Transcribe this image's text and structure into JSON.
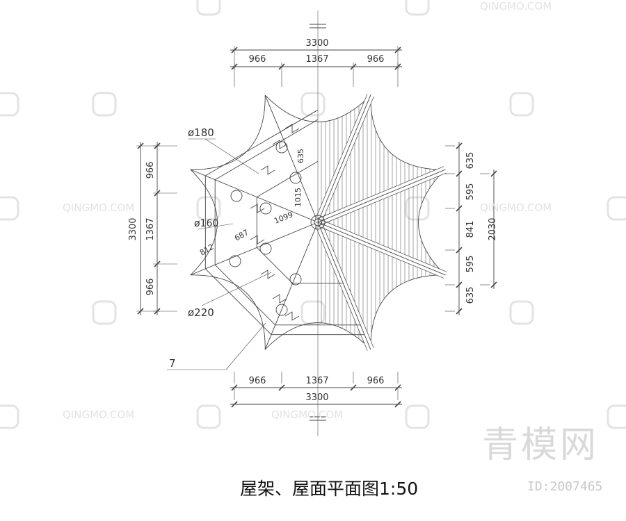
{
  "title": "屋架、屋面平面图1:50",
  "dimensions": {
    "overall": "3300",
    "side": "966",
    "middle": "1367",
    "right_a": "635",
    "right_b": "595",
    "right_c": "841",
    "right_total": "2030"
  },
  "labels": {
    "d180": "ø180",
    "d160": "ø160",
    "d220": "ø220",
    "n1015": "1015",
    "n1099": "1099",
    "n687": "687",
    "n812": "812",
    "n635": "635",
    "callout": "7"
  },
  "watermark": {
    "brand": "青模网",
    "id": "ID:2007465",
    "site": "QINGMO.COM"
  },
  "colors": {
    "line": "#444444",
    "watermark": "#dddddd"
  }
}
